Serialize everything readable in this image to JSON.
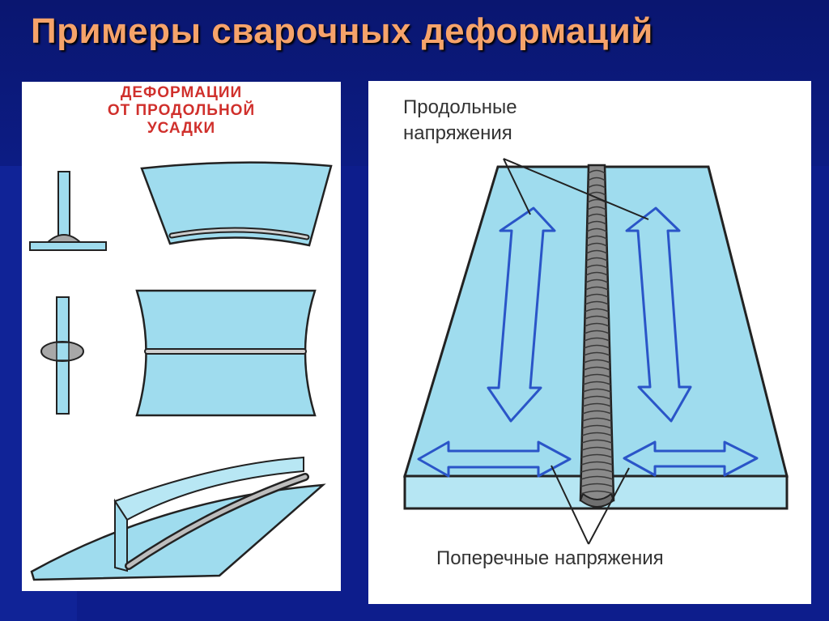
{
  "slide": {
    "title": "Примеры сварочных деформаций"
  },
  "left_panel": {
    "heading_lines": [
      "ДЕФОРМАЦИИ",
      "ОТ ПРОДОЛЬНОЙ",
      "УСАДКИ"
    ]
  },
  "right_panel": {
    "label_longitudinal_line1": "Продольные",
    "label_longitudinal_line2": "напряжения",
    "label_transverse": "Поперечные напряжения"
  },
  "colors": {
    "background": "#0d1d8c",
    "title": "#f6a36a",
    "heading": "#d0302c",
    "plate": "#9fdcee",
    "arrow": "#2a55c8"
  }
}
